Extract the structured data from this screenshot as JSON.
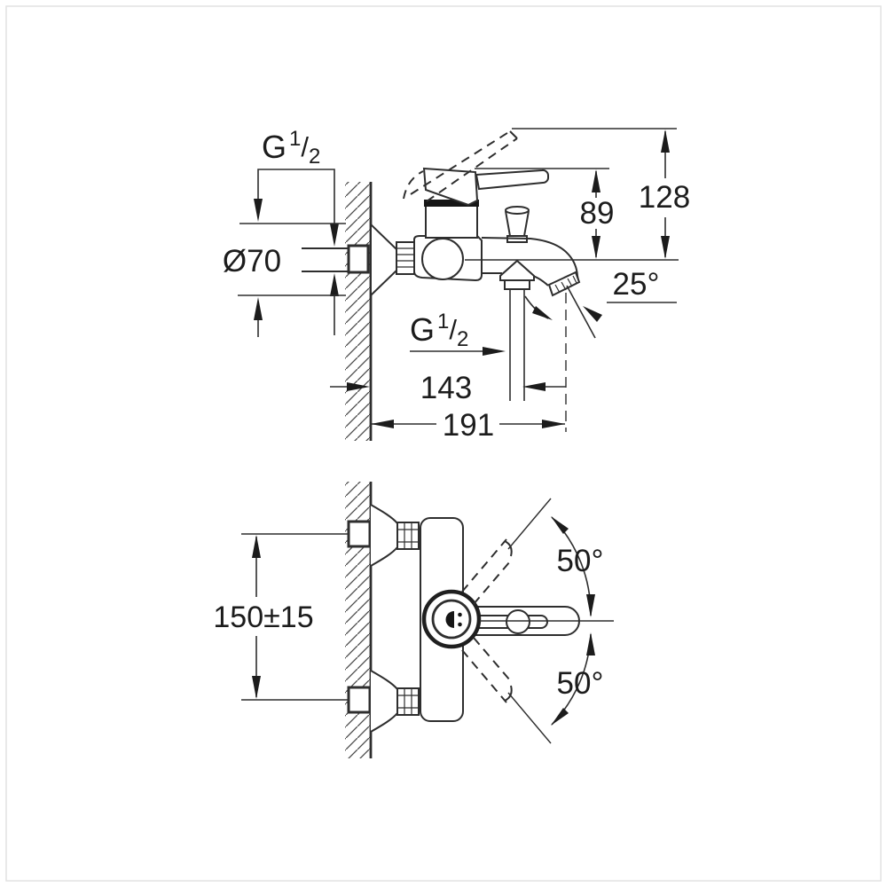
{
  "drawing": {
    "type": "faucet installation dimension drawing, two orthographic views",
    "background_color": "#ffffff",
    "line_color": "#2e2e2e",
    "text_color": "#1c1c1c",
    "side_view": {
      "inlet_thread": {
        "full": "G 1/2",
        "base": "G",
        "numerator": "1",
        "slash": "/",
        "denominator": "2"
      },
      "escutcheon_diameter": "Ø70",
      "spout_to_handle_height": "89",
      "total_height": "128",
      "spout_outlet_angle": "25°",
      "outlet_thread": {
        "full": "G 1/2",
        "base": "G",
        "numerator": "1",
        "slash": "/",
        "denominator": "2"
      },
      "wall_to_shower_outlet": "143",
      "wall_to_spout_tip": "191"
    },
    "front_view": {
      "mounting_distance": "150±15",
      "handle_swing_upper": "50°",
      "handle_swing_lower": "50°"
    }
  }
}
